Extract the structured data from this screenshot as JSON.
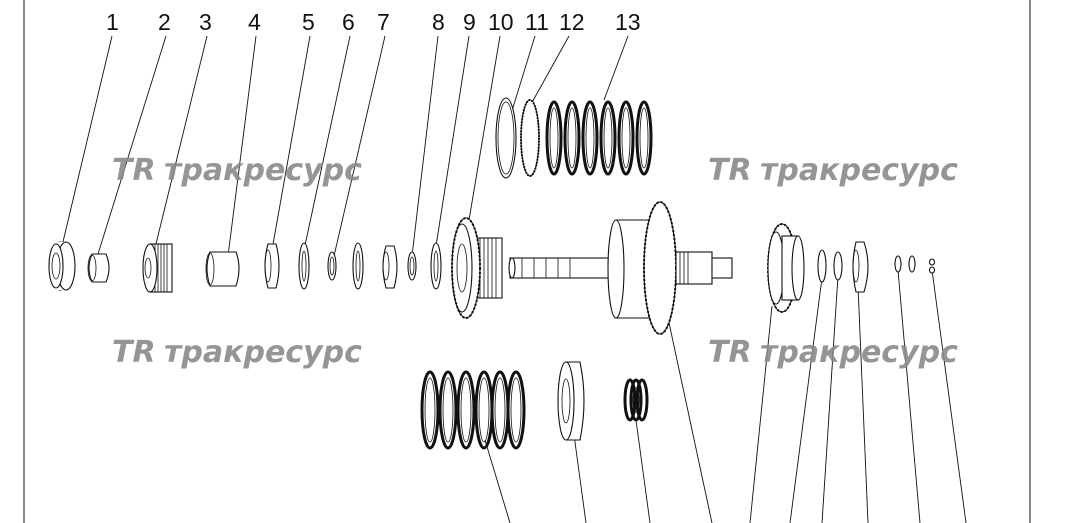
{
  "callouts": [
    "1",
    "2",
    "3",
    "4",
    "5",
    "6",
    "7",
    "8",
    "9",
    "10",
    "11",
    "12",
    "13"
  ],
  "watermark": {
    "text": "трaкресурс",
    "logo": "TR",
    "color": "#8a8a8a"
  },
  "colors": {
    "line": "#111111",
    "background": "#ffffff",
    "watermark": "#8a8a8a"
  }
}
